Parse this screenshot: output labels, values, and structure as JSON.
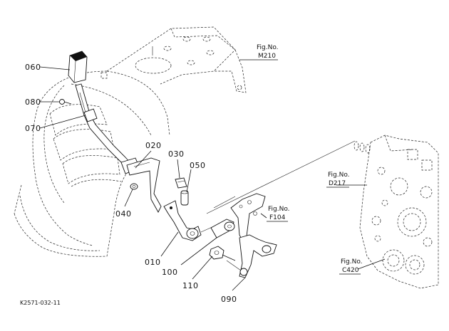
{
  "labels": {
    "p060": "060",
    "p080": "080",
    "p070": "070",
    "p020": "020",
    "p030": "030",
    "p050": "050",
    "p040": "040",
    "p010": "010",
    "p100": "100",
    "p110": "110",
    "p090": "090"
  },
  "figure_refs": {
    "m210_title": "Fig.No.",
    "m210_code": "M210",
    "d217_title": "Fig.No.",
    "d217_code": "D217",
    "f104_title": "Fig.No.",
    "f104_code": "F104",
    "c420_title": "Fig.No.",
    "c420_code": "C420"
  },
  "drawing_code": "K2571-032-11"
}
